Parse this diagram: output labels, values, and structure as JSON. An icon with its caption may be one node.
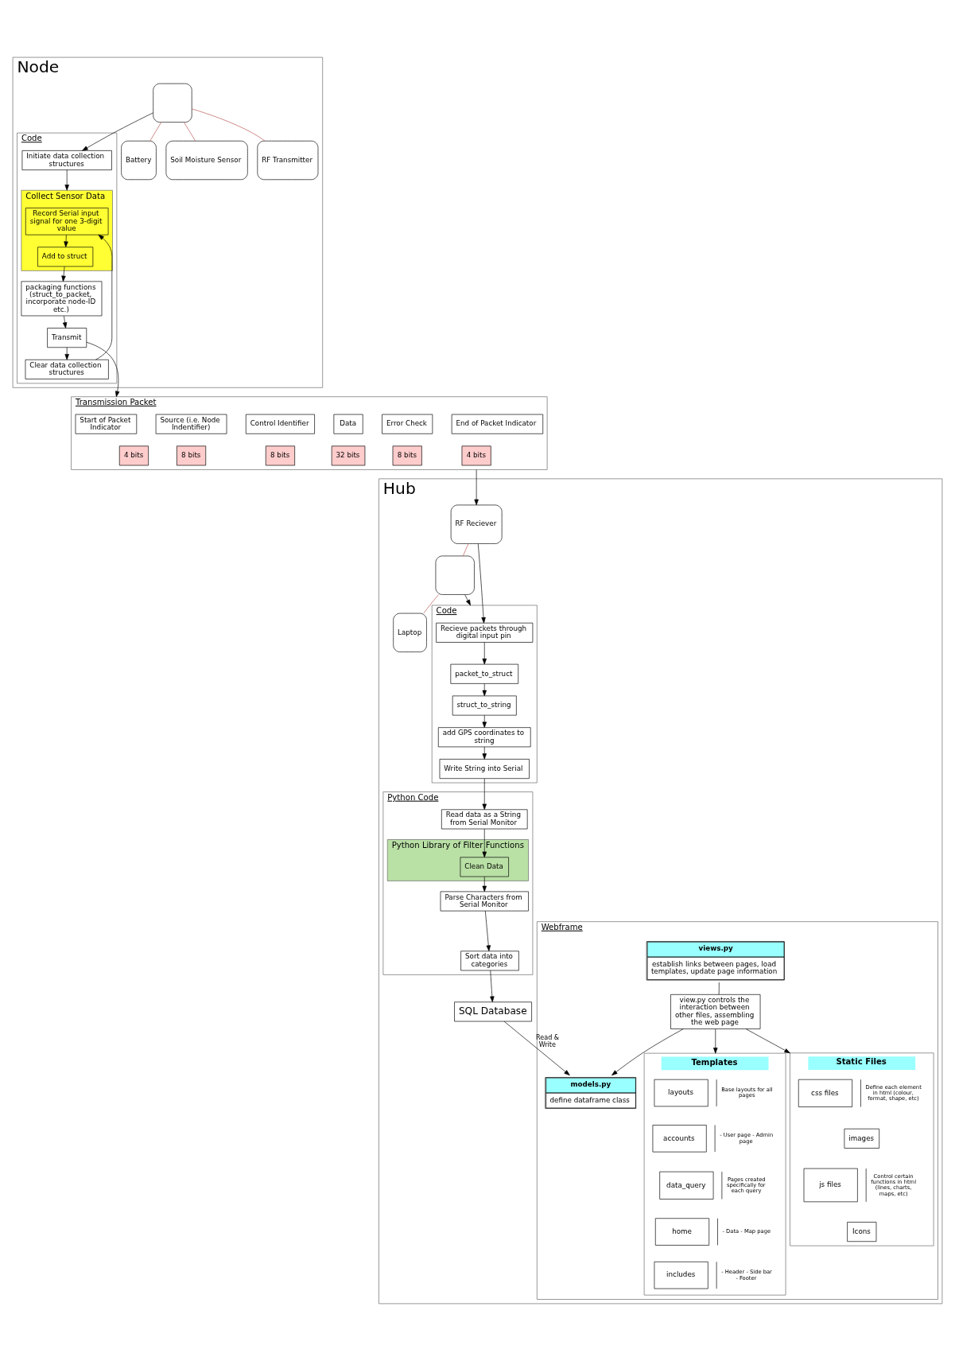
{
  "diagram": {
    "nodes": [
      {
        "text": [
          "Node"
        ]
      },
      {
        "text": [
          "Code"
        ],
        "in": 0
      },
      {
        "text": [],
        "shape": "box",
        "in": 0
      },
      {
        "text": [
          "Battery"
        ],
        "in": 0
      },
      {
        "text": [
          "Soil Moisture Sensor"
        ],
        "in": 0
      },
      {
        "text": [
          "RF Transmitter"
        ],
        "in": 0
      },
      {
        "text": [
          "Initiate data collection structures"
        ],
        "in": 1
      },
      {
        "text": [
          "Collect Sensor Data"
        ],
        "in": 1
      },
      {
        "text": [
          "Record Serial input signal for one 3-digit value"
        ],
        "in": 7
      },
      {
        "text": [
          "Add to struct"
        ],
        "in": 7
      },
      {
        "text": [
          "packaging functions (struct_to_packet, incorporate node-ID etc.)"
        ],
        "in": 1
      },
      {
        "text": [
          "Clear data collection structures"
        ],
        "in": 1
      },
      {
        "text": [
          "Transmit"
        ],
        "in": 1
      },
      {
        "text": [
          "Transmission Packet"
        ]
      },
      {
        "text": [
          "Start of Packet Indicator"
        ],
        "in": 13
      },
      {
        "text": [
          "Source (i.e. Node Indentifier)"
        ],
        "in": 13
      },
      {
        "text": [
          "Control Identifier"
        ],
        "in": 13
      },
      {
        "text": [
          "Data"
        ],
        "in": 13
      },
      {
        "text": [
          "Error Check"
        ],
        "in": 13
      },
      {
        "text": [
          "End of Packet Indicator"
        ],
        "in": 13
      },
      {
        "text": [
          "4 bits"
        ],
        "in": 13
      },
      {
        "text": [
          "8 bits"
        ],
        "in": 13
      },
      {
        "text": [
          "8 bits"
        ],
        "in": 13
      },
      {
        "text": [
          "32 bits"
        ],
        "in": 13
      },
      {
        "text": [
          "8 bits"
        ],
        "in": 13
      },
      {
        "text": [
          "4 bits"
        ],
        "in": 13
      },
      {
        "text": [
          "Hub"
        ]
      },
      {
        "text": [
          "RF Reciever"
        ],
        "in": 26
      },
      {
        "text": [],
        "shape": "box",
        "in": 26
      },
      {
        "text": [
          "Laptop"
        ],
        "in": 26
      },
      {
        "text": [
          "Code"
        ],
        "in": 26
      },
      {
        "text": [
          "Recieve packets through digital input pin"
        ],
        "in": 30
      },
      {
        "text": [
          "packet_to_struct"
        ],
        "in": 30
      },
      {
        "text": [
          "struct_to_string"
        ],
        "in": 30
      },
      {
        "text": [
          "add GPS coordinates to string"
        ],
        "in": 30
      },
      {
        "text": [
          "Write String into Serial"
        ],
        "in": 30
      },
      {
        "text": [
          "Python Code"
        ],
        "in": 26
      },
      {
        "text": [
          "Read data as a String from Serial Monitor"
        ],
        "in": 36
      },
      {
        "text": [
          "Python Library of Filter Functions"
        ],
        "in": 36
      },
      {
        "text": [
          "Clean Data"
        ],
        "in": 38
      },
      {
        "text": [
          "Parse Characters from Serial Monitor"
        ],
        "in": 36
      },
      {
        "text": [
          "Sort data into categories"
        ],
        "in": 36
      },
      {
        "text": [
          "SQL Database"
        ],
        "in": 26
      },
      {
        "text": [
          "Webframe"
        ],
        "in": 26
      },
      {
        "text": [
          "views.py",
          "establish links between pages, load templates, update page information"
        ],
        "in": 43
      },
      {
        "text": [
          "view.py controls the interaction between other files, assembling the web page"
        ],
        "in": 43
      },
      {
        "text": [
          "models.py",
          "define dataframe class"
        ],
        "in": 43
      },
      {
        "text": [
          "Templates"
        ],
        "in": 43
      },
      {
        "text": [
          "layouts"
        ],
        "beside": [
          "Base layouts for all pages"
        ],
        "in": 47
      },
      {
        "text": [
          "accounts"
        ],
        "beside": [
          "- User page - Admin page"
        ],
        "in": 47
      },
      {
        "text": [
          "data_query"
        ],
        "beside": [
          "Pages created specifically for each query"
        ],
        "in": 47
      },
      {
        "text": [
          "home"
        ],
        "beside": [
          "- Data - Map page"
        ],
        "in": 47
      },
      {
        "text": [
          "includes"
        ],
        "beside": [
          "- Header - Side bar - Footer"
        ],
        "in": 47
      },
      {
        "text": [
          "Static Files"
        ],
        "in": 43
      },
      {
        "text": [
          "css files"
        ],
        "beside": [
          "Define each element in html (colour, format, shape, etc)"
        ],
        "in": 53
      },
      {
        "text": [
          "images"
        ],
        "in": 53
      },
      {
        "text": [
          "js files"
        ],
        "beside": [
          "Control certain functions in html (lines, charts, maps, etc)"
        ],
        "in": 53
      },
      {
        "text": [
          "Icons"
        ],
        "in": 53
      }
    ],
    "edges": [
      {
        "from": 2,
        "to": 6,
        "arrow": "to"
      },
      {
        "from": 2,
        "to": 3,
        "arrow": "none",
        "color": "#b85450"
      },
      {
        "from": 2,
        "to": 4,
        "arrow": "none",
        "color": "#b85450"
      },
      {
        "from": 2,
        "to": 5,
        "arrow": "none",
        "color": "#b85450"
      },
      {
        "from": 6,
        "to": 7,
        "arrow": "to"
      },
      {
        "from": 11,
        "to": 8,
        "arrow": "to"
      },
      {
        "from": 8,
        "to": 9,
        "arrow": "to"
      },
      {
        "from": 9,
        "to": 10,
        "arrow": "to"
      },
      {
        "from": 10,
        "to": 12,
        "arrow": "to"
      },
      {
        "from": 12,
        "to": 11,
        "arrow": "to"
      },
      {
        "from": 12,
        "to": 13,
        "arrow": "to"
      },
      {
        "from": 13,
        "to": 27,
        "arrow": "to"
      },
      {
        "from": 27,
        "to": 28,
        "arrow": "none",
        "color": "#b85450"
      },
      {
        "from": 28,
        "to": 29,
        "arrow": "none",
        "color": "#b85450"
      },
      {
        "from": 27,
        "to": 31,
        "arrow": "to"
      },
      {
        "from": 28,
        "to": 30,
        "arrow": "to"
      },
      {
        "from": 31,
        "to": 32,
        "arrow": "to"
      },
      {
        "from": 32,
        "to": 33,
        "arrow": "to"
      },
      {
        "from": 33,
        "to": 34,
        "arrow": "to"
      },
      {
        "from": 34,
        "to": 35,
        "arrow": "to"
      },
      {
        "from": 35,
        "to": 37,
        "arrow": "to"
      },
      {
        "from": 37,
        "to": 39,
        "arrow": "to"
      },
      {
        "from": 39,
        "to": 40,
        "arrow": "to"
      },
      {
        "from": 40,
        "to": 41,
        "arrow": "to"
      },
      {
        "from": 41,
        "to": 42,
        "arrow": "to"
      },
      {
        "from": 42,
        "to": 46,
        "arrow": "to",
        "label": "Read & Write"
      },
      {
        "from": 44,
        "to": 45,
        "arrow": "none"
      },
      {
        "from": 45,
        "to": 47,
        "arrow": "to"
      },
      {
        "from": 45,
        "to": 53,
        "arrow": "to"
      },
      {
        "from": 45,
        "to": 46,
        "arrow": "to"
      }
    ]
  }
}
